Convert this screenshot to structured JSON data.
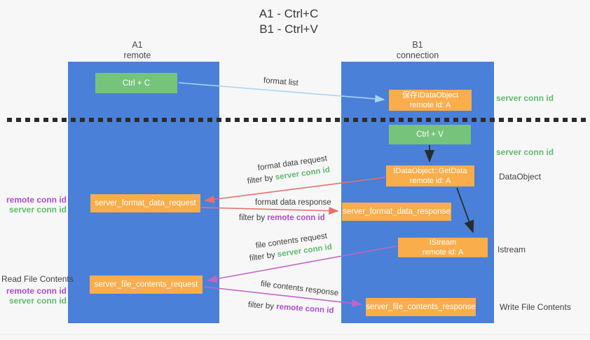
{
  "title": {
    "line1": "A1 - Ctrl+C",
    "line2": "B1 - Ctrl+V"
  },
  "lifelines": {
    "a1": {
      "name": "A1",
      "subtitle": "remote"
    },
    "b1": {
      "name": "B1",
      "subtitle": "connection"
    }
  },
  "nodes": {
    "ctrl_c": {
      "label": "Ctrl + C"
    },
    "save_idataobject": {
      "line1": "保存IDataObject",
      "line2": "remote id: A"
    },
    "ctrl_v": {
      "label": "Ctrl + V"
    },
    "getdata": {
      "line1": "IDataObject::GetData",
      "line2": "remote id: A"
    },
    "format_request": {
      "label": "server_format_data_request"
    },
    "format_response": {
      "label": "server_format_data_response"
    },
    "istream": {
      "line1": "IStream",
      "line2": "remote id: A"
    },
    "file_request": {
      "label": "server_file_contents_request"
    },
    "file_response": {
      "label": "server_file_contents_response"
    }
  },
  "flows": {
    "format_list": {
      "label": "format list"
    },
    "format_data_request": {
      "label": "format data request",
      "filter_prefix": "filter by",
      "filter_key": "server conn id"
    },
    "format_data_response": {
      "label": "format data response",
      "filter_prefix": "filter by",
      "filter_key": "remote conn id"
    },
    "file_contents_request": {
      "label": "file contents request",
      "filter_prefix": "filter by",
      "filter_key": "server conn id"
    },
    "file_contents_response": {
      "label": "file contents response",
      "filter_prefix": "filter by",
      "filter_key": "remote conn id"
    }
  },
  "annotations": {
    "server_conn_id_top": "server conn id",
    "server_conn_id_mid": "server conn id",
    "dataobject": "DataObject",
    "istream": "Istream",
    "write_file_contents": "Write File Contents",
    "read_file_contents": "Read File Contents",
    "pair1_remote": "remote conn id",
    "pair1_server": "server conn id",
    "pair2_remote": "remote conn id",
    "pair2_server": "server conn id"
  },
  "colors": {
    "lifeline_blue": "#4a80d8",
    "node_green": "#76c47c",
    "node_orange": "#f9ad4b",
    "arrow_light_blue": "#a9d5f5",
    "arrow_red": "#e7716a",
    "arrow_magenta": "#c364c8",
    "arrow_black": "#2b2b2b",
    "text_green": "#5fbb6a",
    "text_purple": "#ae4bd0"
  }
}
